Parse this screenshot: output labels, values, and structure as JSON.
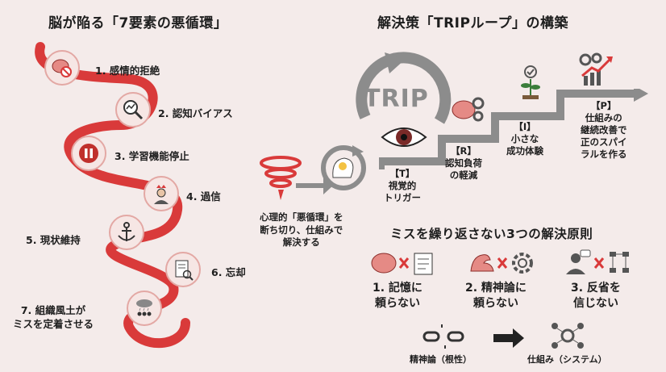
{
  "left": {
    "title": "脳が陥る「7要素の悪循環」",
    "items": [
      {
        "label": "1. 感情的拒絶",
        "icon": "brain-no-icon"
      },
      {
        "label": "2. 認知バイアス",
        "icon": "magnifier-graph-icon"
      },
      {
        "label": "3. 学習機能停止",
        "icon": "pause-icon"
      },
      {
        "label": "4. 過信",
        "icon": "crowned-person-icon"
      },
      {
        "label": "5. 現状維持",
        "icon": "anchor-icon"
      },
      {
        "label": "6. 忘却",
        "icon": "document-search-icon"
      },
      {
        "label": "7. 組織風土が\nミスを定着させる",
        "icon": "cloud-people-icon"
      }
    ]
  },
  "right": {
    "title": "解決策「TRIPループ」の構築",
    "loop_text": "TRIP",
    "break_caption": "心理的「悪循環」を\n断ち切り、仕組みで\n解決する",
    "steps": [
      {
        "tag": "【T】",
        "text": "視覚的\nトリガー"
      },
      {
        "tag": "【R】",
        "text": "認知負荷\nの軽減"
      },
      {
        "tag": "【I】",
        "text": "小さな\n成功体験"
      },
      {
        "tag": "【P】",
        "text": "仕組みの\n継続改善で\n正のスパイ\nラルを作る"
      }
    ],
    "principles_title": "ミスを繰り返さない3つの解決原則",
    "principles": [
      {
        "text": "1. 記憶に\n頼らない"
      },
      {
        "text": "2. 精神論に\n頼らない"
      },
      {
        "text": "3. 反省を\n信じない"
      }
    ],
    "bottom_left": "精神論（根性）",
    "bottom_right": "仕組み（システム）"
  },
  "colors": {
    "accent_red": "#d93a3a",
    "gray": "#8c8c8c",
    "bg": "#f4ebea"
  }
}
